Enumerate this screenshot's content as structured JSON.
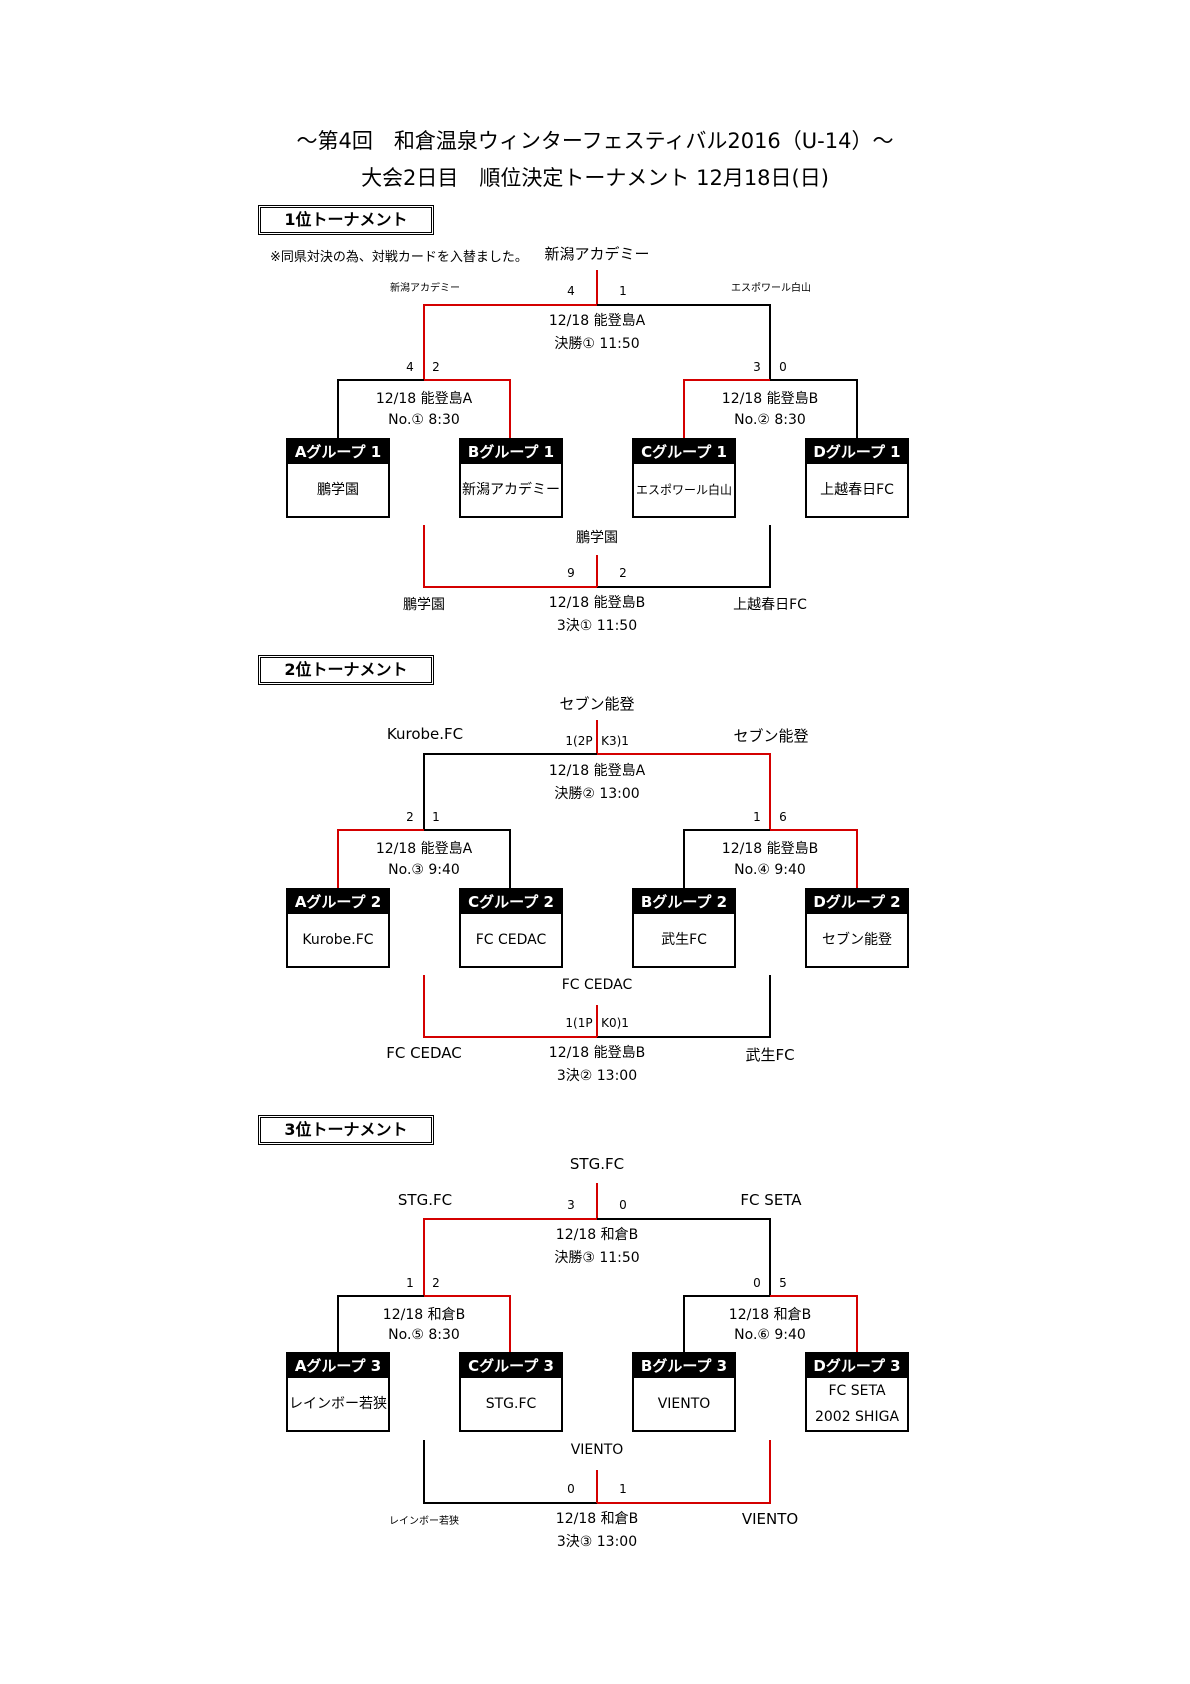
{
  "title": {
    "line1": "～第4回　和倉温泉ウィンターフェスティバル2016（U-14）～",
    "line2": "大会2日目　順位決定トーナメント 12月18日(日)"
  },
  "t1": {
    "heading": "1位トーナメント",
    "note": "※同県対決の為、対戦カードを入替ました。",
    "champion": "新潟アカデミー",
    "final_left_team": "新潟アカデミー",
    "final_right_team": "エスポワール白山",
    "final_score_left": "4",
    "final_score_right": "1",
    "final_date_venue": "12/18 能登島A",
    "final_name_time": "決勝① 11:50",
    "sf1_score_left": "4",
    "sf1_score_right": "2",
    "sf1_date_venue": "12/18 能登島A",
    "sf1_no_time": "No.① 8:30",
    "sf2_score_left": "3",
    "sf2_score_right": "0",
    "sf2_date_venue": "12/18 能登島B",
    "sf2_no_time": "No.② 8:30",
    "groups": [
      {
        "label": "Aグループ 1位",
        "team": "鵬学園"
      },
      {
        "label": "Bグループ 1位",
        "team": "新潟アカデミー"
      },
      {
        "label": "Cグループ 1位",
        "team": "エスポワール白山"
      },
      {
        "label": "Dグループ 1位",
        "team": "上越春日FC"
      }
    ],
    "third_winner": "鵬学園",
    "third_score_left": "9",
    "third_score_right": "2",
    "third_left_team": "鵬学園",
    "third_right_team": "上越春日FC",
    "third_date_venue": "12/18 能登島B",
    "third_name_time": "3決① 11:50"
  },
  "t2": {
    "heading": "2位トーナメント",
    "champion": "セブン能登",
    "final_left_team": "Kurobe.FC",
    "final_right_team": "セブン能登",
    "final_score": "1(2P",
    "final_score_right": "K3)1",
    "final_date_venue": "12/18 能登島A",
    "final_name_time": "決勝② 13:00",
    "sf1_score_left": "2",
    "sf1_score_right": "1",
    "sf1_date_venue": "12/18 能登島A",
    "sf1_no_time": "No.③ 9:40",
    "sf2_score_left": "1",
    "sf2_score_right": "6",
    "sf2_date_venue": "12/18 能登島B",
    "sf2_no_time": "No.④ 9:40",
    "groups": [
      {
        "label": "Aグループ 2位",
        "team": "Kurobe.FC"
      },
      {
        "label": "Cグループ 2位",
        "team": "FC CEDAC"
      },
      {
        "label": "Bグループ 2位",
        "team": "武生FC"
      },
      {
        "label": "Dグループ 2位",
        "team": "セブン能登"
      }
    ],
    "third_winner": "FC CEDAC",
    "third_score": "1(1P",
    "third_score_right": "K0)1",
    "third_left_team": "FC CEDAC",
    "third_right_team": "武生FC",
    "third_date_venue": "12/18 能登島B",
    "third_name_time": "3決② 13:00"
  },
  "t3": {
    "heading": "3位トーナメント",
    "champion": "STG.FC",
    "final_left_team": "STG.FC",
    "final_right_team": "FC SETA",
    "final_score_left": "3",
    "final_score_right": "0",
    "final_date_venue": "12/18 和倉B",
    "final_name_time": "決勝③ 11:50",
    "sf1_score_left": "1",
    "sf1_score_right": "2",
    "sf1_date_venue": "12/18 和倉B",
    "sf1_no_time": "No.⑤ 8:30",
    "sf2_score_left": "0",
    "sf2_score_right": "5",
    "sf2_date_venue": "12/18 和倉B",
    "sf2_no_time": "No.⑥ 9:40",
    "groups": [
      {
        "label": "Aグループ 3位",
        "team": "レインボー若狭"
      },
      {
        "label": "Cグループ 3位",
        "team": "STG.FC"
      },
      {
        "label": "Bグループ 3位",
        "team": "VIENTO"
      },
      {
        "label": "Dグループ 3位",
        "team": "FC SETA",
        "team2": "2002 SHIGA"
      }
    ],
    "third_winner": "VIENTO",
    "third_score_left": "0",
    "third_score_right": "1",
    "third_left_team": "レインボー若狭",
    "third_right_team": "VIENTO",
    "third_date_venue": "12/18 和倉B",
    "third_name_time": "3決③ 13:00"
  },
  "colors": {
    "win_line": "#d40000",
    "line": "#000000"
  }
}
